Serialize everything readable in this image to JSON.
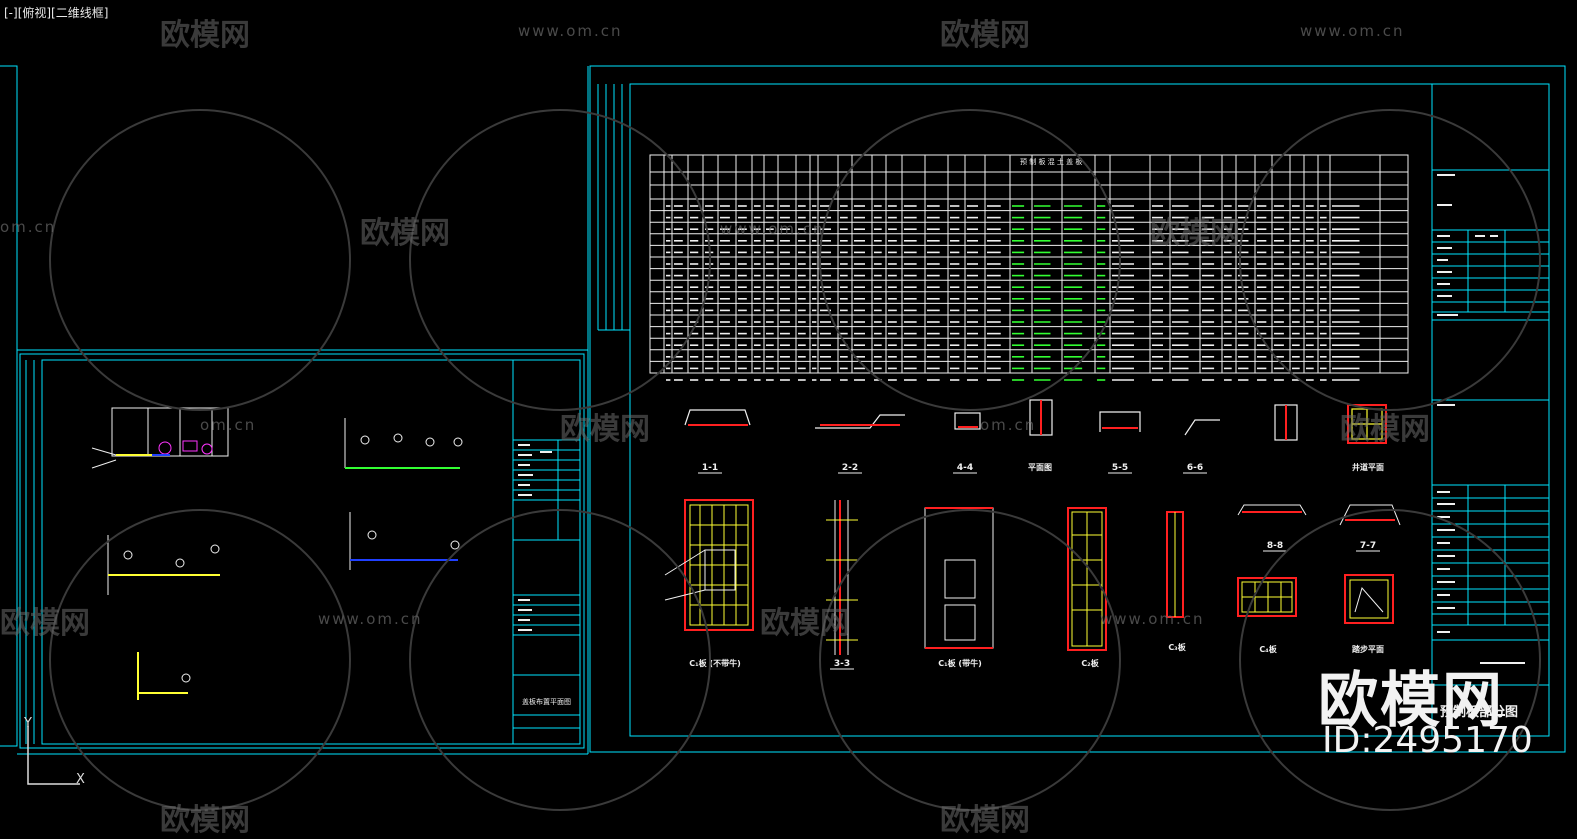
{
  "viewport": {
    "label": "[-][俯视][二维线框]"
  },
  "watermark": {
    "logo_text": "欧模网",
    "url_text": "www.om.cn",
    "partial_url": "om.cn",
    "big_text": "欧模网",
    "id_text": "ID:2495170"
  },
  "drawing": {
    "section_labels": [
      "1-1",
      "2-2",
      "4-4",
      "5-5",
      "6-6",
      "8-8",
      "7-7",
      "3-3"
    ],
    "detail_labels": [
      "平面图",
      "井道平面",
      "踏步平面",
      "C₁板 (不带牛)",
      "C₁板 (带牛)",
      "C₂板",
      "C₃板",
      "C₄板"
    ],
    "table_title": "预 制 板 混 土 盖 板",
    "right_title": "预制板部分图",
    "left_bottom_title": "盖板布置平面图"
  },
  "ucs": {
    "x_label": "X",
    "y_label": "Y"
  },
  "colors": {
    "cyan": "#00e5ff",
    "white": "#f0f0f0",
    "green": "#33ff33",
    "yellow": "#ffff33",
    "red": "#ff2020",
    "blue": "#2040ff",
    "magenta": "#ff33ff"
  }
}
